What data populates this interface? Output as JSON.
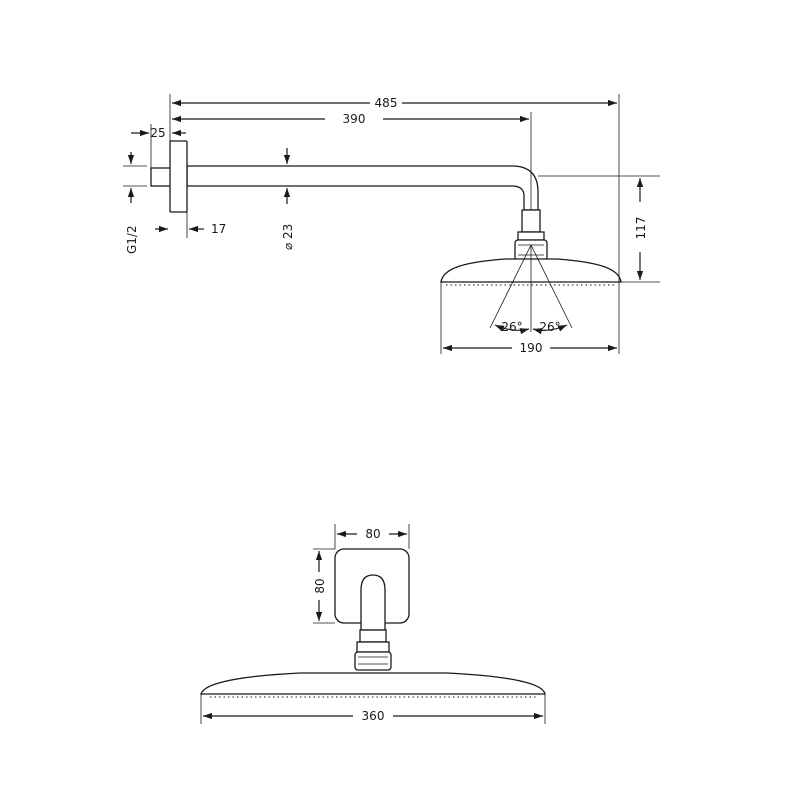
{
  "side_view": {
    "dim_overall_length": "485",
    "dim_arm_length": "390",
    "dim_flange_depth": "25",
    "dim_thread": "G1/2",
    "dim_flange_offset": "17",
    "dim_arm_diameter": "⌀ 23",
    "dim_head_height": "117",
    "dim_head_width": "190",
    "dim_tilt_left": "26°",
    "dim_tilt_right": "26°"
  },
  "front_view": {
    "dim_flange_width": "80",
    "dim_flange_height": "80",
    "dim_head_length": "360"
  }
}
